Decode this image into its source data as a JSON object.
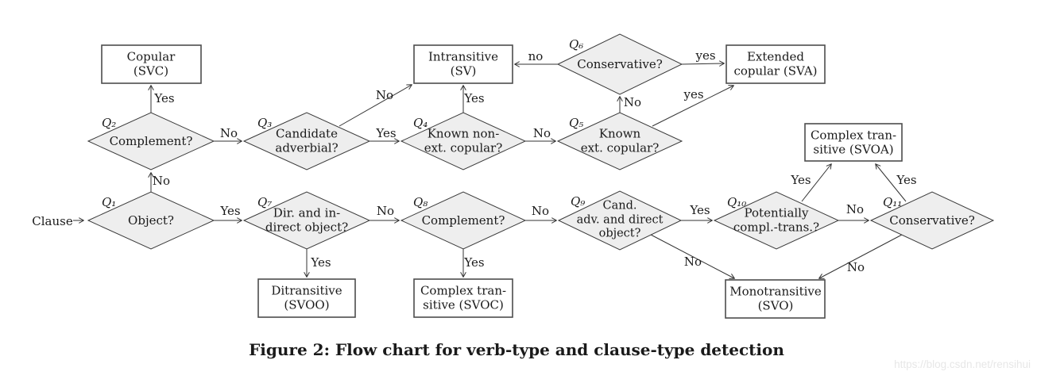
{
  "caption": "Figure 2: Flow chart for verb-type and clause-type detection",
  "watermark": "https://blog.csdn.net/rensihui",
  "colors": {
    "diamond_fill": "#eeeeee",
    "diamond_border": "#3a3a3a",
    "box_border": "#4d4d4d",
    "line": "#333333",
    "text": "#1a1a1a",
    "watermark": "#e7e7e7"
  },
  "nodes": {
    "clause": {
      "label": "Clause"
    },
    "q1": {
      "q": "Q₁",
      "label": "Object?"
    },
    "q2": {
      "q": "Q₂",
      "label": "Complement?"
    },
    "q3": {
      "q": "Q₃",
      "label": "Candidate\nadverbial?"
    },
    "q4": {
      "q": "Q₄",
      "label": "Known non-\next. copular?"
    },
    "q5": {
      "q": "Q₅",
      "label": "Known\next. copular?"
    },
    "q6": {
      "q": "Q₆",
      "label": "Conservative?"
    },
    "q7": {
      "q": "Q₇",
      "label": "Dir. and in-\ndirect object?"
    },
    "q8": {
      "q": "Q₈",
      "label": "Complement?"
    },
    "q9": {
      "q": "Q₉",
      "label": "Cand.\nadv. and direct\nobject?"
    },
    "q10": {
      "q": "Q₁₀",
      "label": "Potentially\ncompl.-trans.?"
    },
    "q11": {
      "q": "Q₁₁",
      "label": "Conservative?"
    },
    "copular": {
      "label": "Copular\n(SVC)"
    },
    "intransitive": {
      "label": "Intransitive\n(SV)"
    },
    "extended_copular": {
      "label": "Extended\ncopular (SVA)"
    },
    "complex_transitive_svoa": {
      "label": "Complex tran-\nsitive (SVOA)"
    },
    "ditransitive": {
      "label": "Ditransitive\n(SVOO)"
    },
    "complex_transitive_svoc": {
      "label": "Complex tran-\nsitive (SVOC)"
    },
    "monotransitive": {
      "label": "Monotransitive\n(SVO)"
    }
  },
  "edges": {
    "q1_q2": {
      "label": "No"
    },
    "q1_q7": {
      "label": "Yes"
    },
    "q2_copular": {
      "label": "Yes"
    },
    "q2_q3": {
      "label": "No"
    },
    "q3_intransitive": {
      "label": "No"
    },
    "q3_q4": {
      "label": "Yes"
    },
    "q4_intransitive": {
      "label": "Yes"
    },
    "q4_q5": {
      "label": "No"
    },
    "q5_q6": {
      "label": "No"
    },
    "q5_extended_copular": {
      "label": "yes"
    },
    "q6_intransitive": {
      "label": "no"
    },
    "q6_extended_copular": {
      "label": "yes"
    },
    "q7_ditransitive": {
      "label": "Yes"
    },
    "q7_q8": {
      "label": "No"
    },
    "q8_complex_transitive_svoc": {
      "label": "Yes"
    },
    "q8_q9": {
      "label": "No"
    },
    "q9_q10": {
      "label": "Yes"
    },
    "q9_monotransitive": {
      "label": "No"
    },
    "q10_complex_transitive_svoa": {
      "label": "Yes"
    },
    "q10_q11": {
      "label": "No"
    },
    "q11_complex_transitive_svoa": {
      "label": "Yes"
    },
    "q11_monotransitive": {
      "label": "No"
    }
  }
}
